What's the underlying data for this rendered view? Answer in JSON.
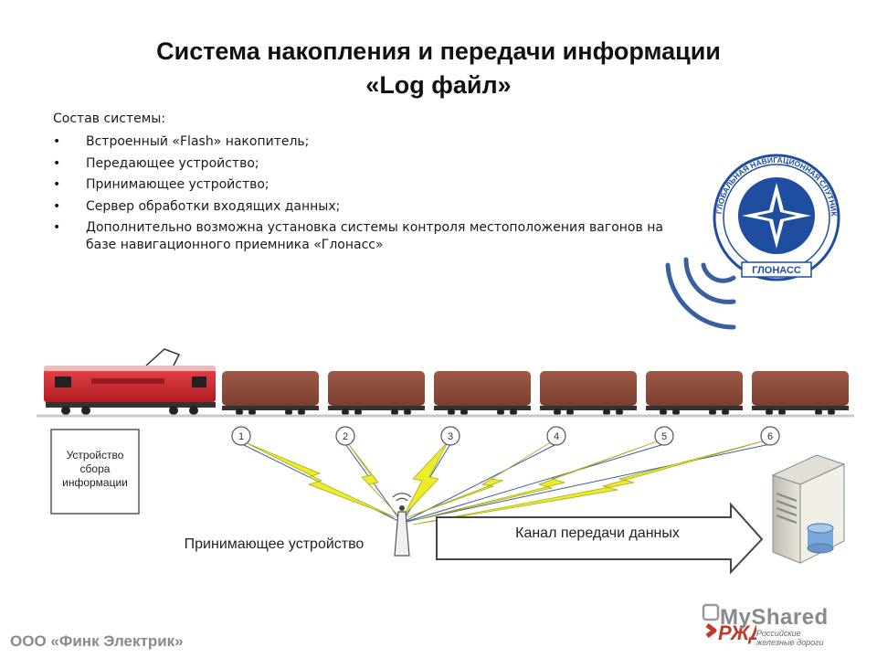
{
  "slide": {
    "title_line1": "Система накопления и передачи информации",
    "title_line2": "«Log файл»",
    "intro": "Состав системы:",
    "bullets": [
      "Встроенный «Flash» накопитель;",
      "Передающее устройство;",
      "Принимающее устройство;",
      "Сервер обработки входящих данных;",
      "Дополнительно возможна установка системы контроля местоположения вагонов на базе навигационного приемника «Глонасс»"
    ]
  },
  "diagram": {
    "collector_label_lines": [
      "Устройство",
      "сбора",
      "информации"
    ],
    "receiver_label": "Принимающее устройство",
    "channel_label": "Канал передачи данных",
    "wagon_numbers": [
      "1",
      "2",
      "3",
      "4",
      "5",
      "6"
    ],
    "glonass_seal_text": "ГЛОНАСС",
    "glonass_ring_text": "ГЛОБАЛЬНАЯ НАВИГАЦИОННАЯ СПУТНИКОВАЯ СИСТЕМА"
  },
  "footer": {
    "company": "ООО «Финк Электрик»",
    "watermark": "MyShared",
    "rzd_logo": "РЖД",
    "rzd_caption_line1": "Российские",
    "rzd_caption_line2": "железные дороги"
  },
  "colors": {
    "locomotive": "#d8262c",
    "wagon": "#8a4a3a",
    "lightning": "#ecec2a",
    "signal_arc": "#3a5fa0",
    "glonass_blue": "#1f4ea0",
    "arrow_outline": "#444444"
  }
}
